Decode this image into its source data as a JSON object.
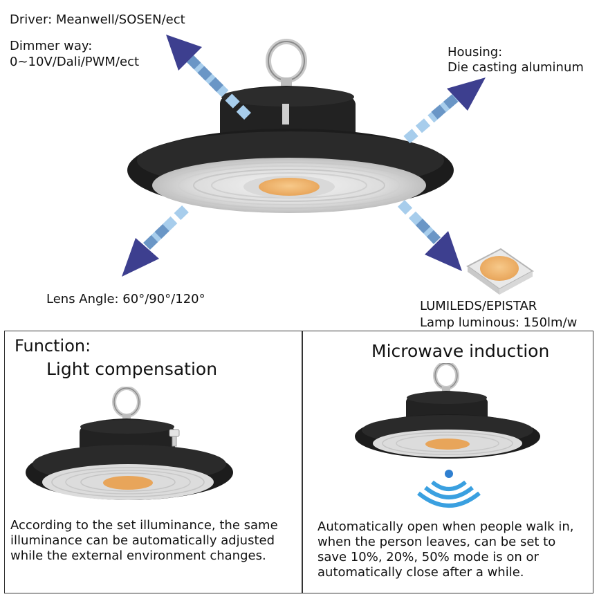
{
  "top": {
    "driver": "Driver: Meanwell/SOSEN/ect",
    "dimmer_line1": "Dimmer way:",
    "dimmer_line2": "0~10V/Dali/PWM/ect",
    "housing_line1": "Housing:",
    "housing_line2": "Die casting aluminum",
    "lens": "Lens Angle: 60°/90°/120°",
    "chip_line1": "LUMILEDS/EPISTAR",
    "chip_line2": "Lamp luminous: 150lm/w"
  },
  "left_panel": {
    "heading": "Function:",
    "title": "Light compensation",
    "body_line1": "According to the set illuminance, the same",
    "body_line2": "illuminance can be automatically adjusted",
    "body_line3": "while the external environment changes."
  },
  "right_panel": {
    "title": "Microwave induction",
    "body_line1": "Automatically open when people walk in,",
    "body_line2": "when the person leaves, can be set to",
    "body_line3": "save 10%, 20%, 50% mode is on or",
    "body_line4": "automatically close after a while."
  },
  "colors": {
    "arrow_dark": "#3d3f8f",
    "arrow_mid": "#6a96c6",
    "arrow_light": "#a7cdec",
    "lamp_body": "#1c1c1c",
    "led_core": "#e8a55a",
    "signal": "#3aa0e0"
  }
}
